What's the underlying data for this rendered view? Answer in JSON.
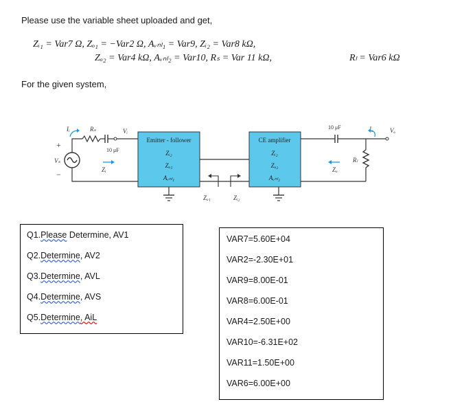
{
  "intro": "Please use the variable sheet uploaded and get,",
  "equations": {
    "line1": "Zᵢ₁ = Var7 Ω,    Zₒ₁ = −Var2 Ω,  Aᵥₙₗ₁ = Var9,  Zᵢ₂ = Var8 kΩ,",
    "line2": "Zₒ₂ = Var4 kΩ,  Aᵥₙₗ₂ = Var10,       Rₛ = Var 11 kΩ,",
    "line3": "Rₗ = Var6 kΩ"
  },
  "given": "For the given system,",
  "circuit": {
    "stage1_title": "Emitter - follower",
    "stage1_zi": "Zᵢ₂",
    "stage1_zo": "Zₒ₁",
    "stage1_a": "Aᵥₙₗ₁",
    "stage2_title": "CE amplifier",
    "stage2_zi": "Zᵢ₂",
    "stage2_zo": "Zₒ₂",
    "stage2_a": "Aᵥₙₗ₂",
    "cap_in": "10 μF",
    "cap_out": "10 μF",
    "rs": "Rₛ",
    "rl": "Rₗ",
    "ii": "Iᵢ",
    "vi": "Vᵢ",
    "vs": "Vₛ",
    "zi": "Zᵢ",
    "zo": "Zₒ",
    "io": "Iₒ",
    "vo": "Vₒ",
    "zo1": "Zₒ₁",
    "zi2": "Zᵢ₂",
    "plus": "+",
    "minus": "−"
  },
  "questions": [
    {
      "num": "Q1.",
      "word": "Please",
      "rest": " Determine, AV1"
    },
    {
      "num": "Q2.",
      "word": "Determine",
      "rest": ", AV2"
    },
    {
      "num": "Q3.",
      "word": "Determine",
      "rest": ", AVL"
    },
    {
      "num": "Q4.",
      "word": "Determine",
      "rest": ", AVS"
    },
    {
      "num": "Q5.",
      "word": "Determine",
      "rest": ", AiL"
    }
  ],
  "variables": [
    "VAR7=5.60E+04",
    "VAR2=-2.30E+01",
    "VAR9=8.00E-01",
    "VAR8=6.00E-01",
    "VAR4=2.50E+00",
    "VAR10=-6.31E+02",
    "VAR11=1.50E+00",
    "VAR6=6.00E+00"
  ],
  "colors": {
    "box_fill": "#5bc8ec",
    "wire": "#333333",
    "arrow": "#1e9be0"
  }
}
